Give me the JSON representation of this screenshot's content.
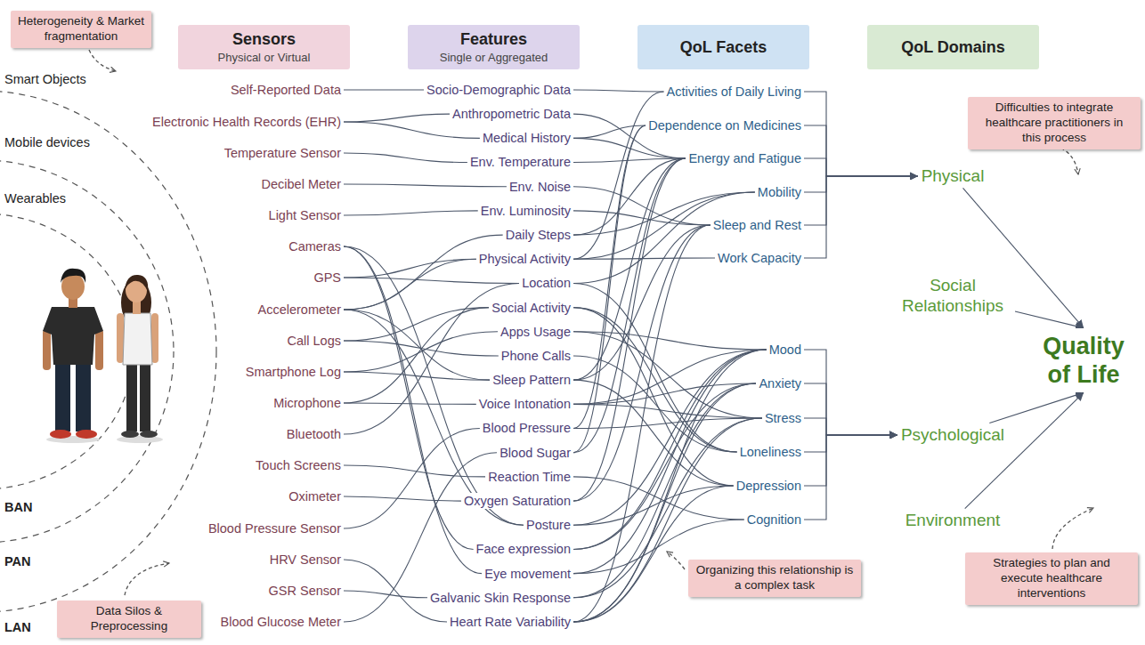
{
  "diagram": {
    "nodes": [
      {
        "text": [
          "Sensors",
          "Physical or Virtual"
        ]
      },
      {
        "text": [
          "Features",
          "Single or Aggregated"
        ]
      },
      {
        "text": [
          "QoL Facets"
        ]
      },
      {
        "text": [
          "QoL Domains"
        ]
      },
      {
        "text": [
          "Self-Reported Data"
        ]
      },
      {
        "text": [
          "Electronic Health Records (EHR)"
        ]
      },
      {
        "text": [
          "Temperature Sensor"
        ]
      },
      {
        "text": [
          "Decibel Meter"
        ]
      },
      {
        "text": [
          "Light Sensor"
        ]
      },
      {
        "text": [
          "Cameras"
        ]
      },
      {
        "text": [
          "GPS"
        ]
      },
      {
        "text": [
          "Accelerometer"
        ]
      },
      {
        "text": [
          "Call Logs"
        ]
      },
      {
        "text": [
          "Smartphone Log"
        ]
      },
      {
        "text": [
          "Microphone"
        ]
      },
      {
        "text": [
          "Bluetooth"
        ]
      },
      {
        "text": [
          "Touch Screens"
        ]
      },
      {
        "text": [
          "Oximeter"
        ]
      },
      {
        "text": [
          "Blood Pressure Sensor"
        ]
      },
      {
        "text": [
          "HRV Sensor"
        ]
      },
      {
        "text": [
          "GSR Sensor"
        ]
      },
      {
        "text": [
          "Blood Glucose Meter"
        ]
      },
      {
        "text": [
          "Socio-Demographic Data"
        ]
      },
      {
        "text": [
          "Anthropometric Data"
        ]
      },
      {
        "text": [
          "Medical History"
        ]
      },
      {
        "text": [
          "Env. Temperature"
        ]
      },
      {
        "text": [
          "Env. Noise"
        ]
      },
      {
        "text": [
          "Env. Luminosity"
        ]
      },
      {
        "text": [
          "Daily Steps"
        ]
      },
      {
        "text": [
          "Physical Activity"
        ]
      },
      {
        "text": [
          "Location"
        ]
      },
      {
        "text": [
          "Social Activity"
        ]
      },
      {
        "text": [
          "Apps Usage"
        ]
      },
      {
        "text": [
          "Phone Calls"
        ]
      },
      {
        "text": [
          "Sleep Pattern"
        ]
      },
      {
        "text": [
          "Voice Intonation"
        ]
      },
      {
        "text": [
          "Blood Pressure"
        ]
      },
      {
        "text": [
          "Blood Sugar"
        ]
      },
      {
        "text": [
          "Reaction Time"
        ]
      },
      {
        "text": [
          "Oxygen Saturation"
        ]
      },
      {
        "text": [
          "Posture"
        ]
      },
      {
        "text": [
          "Face expression"
        ]
      },
      {
        "text": [
          "Eye movement"
        ]
      },
      {
        "text": [
          "Galvanic Skin Response"
        ]
      },
      {
        "text": [
          "Heart Rate Variability"
        ]
      },
      {
        "text": [
          "Activities of Daily Living"
        ]
      },
      {
        "text": [
          "Dependence on Medicines"
        ]
      },
      {
        "text": [
          "Energy and Fatigue"
        ]
      },
      {
        "text": [
          "Mobility"
        ]
      },
      {
        "text": [
          "Sleep and Rest"
        ]
      },
      {
        "text": [
          "Work Capacity"
        ]
      },
      {
        "text": [
          "Mood"
        ]
      },
      {
        "text": [
          "Anxiety"
        ]
      },
      {
        "text": [
          "Stress"
        ]
      },
      {
        "text": [
          "Loneliness"
        ]
      },
      {
        "text": [
          "Depression"
        ]
      },
      {
        "text": [
          "Cognition"
        ]
      },
      {
        "text": [
          "Physical"
        ]
      },
      {
        "text": [
          "Social Relationships"
        ]
      },
      {
        "text": [
          "Psychological"
        ]
      },
      {
        "text": [
          "Environment"
        ]
      },
      {
        "text": [
          "Quality of Life"
        ]
      },
      {
        "text": [
          "Heterogeneity & Market fragmentation"
        ]
      },
      {
        "text": [
          "Data Silos & Preprocessing"
        ]
      },
      {
        "text": [
          "Difficulties to integrate healthcare practitioners in this process"
        ]
      },
      {
        "text": [
          "Organizing this relationship is a complex task"
        ]
      },
      {
        "text": [
          "Strategies to plan and execute healthcare interventions"
        ]
      }
    ],
    "edges": [
      {
        "from": 4,
        "to": 22,
        "arrow": "none"
      },
      {
        "from": 5,
        "to": 23,
        "arrow": "none"
      },
      {
        "from": 5,
        "to": 24,
        "arrow": "none"
      },
      {
        "from": 6,
        "to": 25,
        "arrow": "none"
      },
      {
        "from": 7,
        "to": 26,
        "arrow": "none"
      },
      {
        "from": 8,
        "to": 27,
        "arrow": "none"
      },
      {
        "from": 9,
        "to": 40,
        "arrow": "none"
      },
      {
        "from": 9,
        "to": 41,
        "arrow": "none"
      },
      {
        "from": 9,
        "to": 42,
        "arrow": "none"
      },
      {
        "from": 10,
        "to": 29,
        "arrow": "none"
      },
      {
        "from": 10,
        "to": 30,
        "arrow": "none"
      },
      {
        "from": 11,
        "to": 28,
        "arrow": "none"
      },
      {
        "from": 11,
        "to": 29,
        "arrow": "none"
      },
      {
        "from": 11,
        "to": 34,
        "arrow": "none"
      },
      {
        "from": 11,
        "to": 40,
        "arrow": "none"
      },
      {
        "from": 12,
        "to": 31,
        "arrow": "none"
      },
      {
        "from": 12,
        "to": 33,
        "arrow": "none"
      },
      {
        "from": 13,
        "to": 32,
        "arrow": "none"
      },
      {
        "from": 13,
        "to": 34,
        "arrow": "none"
      },
      {
        "from": 14,
        "to": 35,
        "arrow": "none"
      },
      {
        "from": 14,
        "to": 31,
        "arrow": "none"
      },
      {
        "from": 15,
        "to": 30,
        "arrow": "none"
      },
      {
        "from": 16,
        "to": 38,
        "arrow": "none"
      },
      {
        "from": 17,
        "to": 39,
        "arrow": "none"
      },
      {
        "from": 18,
        "to": 36,
        "arrow": "none"
      },
      {
        "from": 19,
        "to": 44,
        "arrow": "none"
      },
      {
        "from": 20,
        "to": 43,
        "arrow": "none"
      },
      {
        "from": 21,
        "to": 37,
        "arrow": "none"
      },
      {
        "from": 22,
        "to": 45,
        "arrow": "none"
      },
      {
        "from": 23,
        "to": 47,
        "arrow": "none"
      },
      {
        "from": 24,
        "to": 46,
        "arrow": "none"
      },
      {
        "from": 24,
        "to": 47,
        "arrow": "none"
      },
      {
        "from": 25,
        "to": 47,
        "arrow": "none"
      },
      {
        "from": 26,
        "to": 49,
        "arrow": "none"
      },
      {
        "from": 27,
        "to": 49,
        "arrow": "none"
      },
      {
        "from": 28,
        "to": 48,
        "arrow": "none"
      },
      {
        "from": 28,
        "to": 47,
        "arrow": "none"
      },
      {
        "from": 29,
        "to": 48,
        "arrow": "none"
      },
      {
        "from": 29,
        "to": 45,
        "arrow": "none"
      },
      {
        "from": 29,
        "to": 50,
        "arrow": "none"
      },
      {
        "from": 30,
        "to": 48,
        "arrow": "none"
      },
      {
        "from": 30,
        "to": 54,
        "arrow": "none"
      },
      {
        "from": 31,
        "to": 54,
        "arrow": "none"
      },
      {
        "from": 31,
        "to": 55,
        "arrow": "none"
      },
      {
        "from": 32,
        "to": 51,
        "arrow": "none"
      },
      {
        "from": 32,
        "to": 53,
        "arrow": "none"
      },
      {
        "from": 33,
        "to": 54,
        "arrow": "none"
      },
      {
        "from": 34,
        "to": 49,
        "arrow": "none"
      },
      {
        "from": 34,
        "to": 55,
        "arrow": "none"
      },
      {
        "from": 34,
        "to": 47,
        "arrow": "none"
      },
      {
        "from": 35,
        "to": 51,
        "arrow": "none"
      },
      {
        "from": 35,
        "to": 53,
        "arrow": "none"
      },
      {
        "from": 35,
        "to": 52,
        "arrow": "none"
      },
      {
        "from": 36,
        "to": 53,
        "arrow": "none"
      },
      {
        "from": 36,
        "to": 46,
        "arrow": "none"
      },
      {
        "from": 37,
        "to": 46,
        "arrow": "none"
      },
      {
        "from": 37,
        "to": 47,
        "arrow": "none"
      },
      {
        "from": 38,
        "to": 56,
        "arrow": "none"
      },
      {
        "from": 39,
        "to": 47,
        "arrow": "none"
      },
      {
        "from": 39,
        "to": 49,
        "arrow": "none"
      },
      {
        "from": 40,
        "to": 51,
        "arrow": "none"
      },
      {
        "from": 40,
        "to": 55,
        "arrow": "none"
      },
      {
        "from": 41,
        "to": 51,
        "arrow": "none"
      },
      {
        "from": 41,
        "to": 52,
        "arrow": "none"
      },
      {
        "from": 42,
        "to": 56,
        "arrow": "none"
      },
      {
        "from": 42,
        "to": 51,
        "arrow": "none"
      },
      {
        "from": 43,
        "to": 53,
        "arrow": "none"
      },
      {
        "from": 43,
        "to": 52,
        "arrow": "none"
      },
      {
        "from": 44,
        "to": 53,
        "arrow": "none"
      },
      {
        "from": 44,
        "to": 52,
        "arrow": "none"
      },
      {
        "from": 44,
        "to": 49,
        "arrow": "none"
      },
      {
        "from": 44,
        "to": 55,
        "arrow": "none"
      },
      {
        "from": 44,
        "to": 51,
        "arrow": "none"
      },
      {
        "from": 45,
        "to": 57,
        "arrow": "to"
      },
      {
        "from": 46,
        "to": 57,
        "arrow": "to"
      },
      {
        "from": 47,
        "to": 57,
        "arrow": "to"
      },
      {
        "from": 48,
        "to": 57,
        "arrow": "to"
      },
      {
        "from": 49,
        "to": 57,
        "arrow": "to"
      },
      {
        "from": 50,
        "to": 57,
        "arrow": "to"
      },
      {
        "from": 51,
        "to": 59,
        "arrow": "to"
      },
      {
        "from": 52,
        "to": 59,
        "arrow": "to"
      },
      {
        "from": 53,
        "to": 59,
        "arrow": "to"
      },
      {
        "from": 54,
        "to": 59,
        "arrow": "to"
      },
      {
        "from": 55,
        "to": 59,
        "arrow": "to"
      },
      {
        "from": 56,
        "to": 59,
        "arrow": "to"
      },
      {
        "from": 57,
        "to": 61,
        "arrow": "to"
      },
      {
        "from": 58,
        "to": 61,
        "arrow": "to"
      },
      {
        "from": 59,
        "to": 61,
        "arrow": "to"
      },
      {
        "from": 60,
        "to": 61,
        "arrow": "to"
      }
    ],
    "labels": [
      "Smart Objects",
      "Mobile devices",
      "Wearables",
      "BAN",
      "PAN",
      "LAN"
    ]
  }
}
